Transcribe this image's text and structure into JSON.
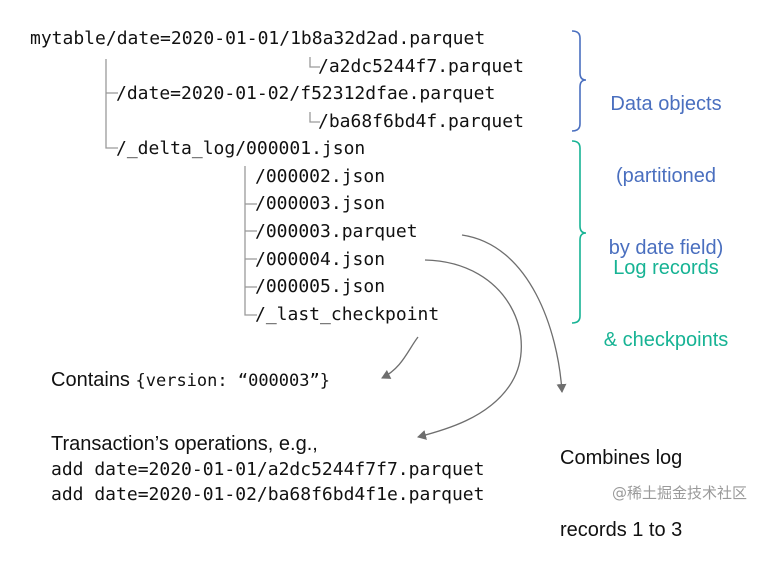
{
  "tree": {
    "root": "mytable",
    "lines": [
      "mytable/date=2020-01-01/1b8a32d2ad.parquet",
      "/a2dc5244f7.parquet",
      "/date=2020-01-02/f52312dfae.parquet",
      "/ba68f6bd4f.parquet",
      "/_delta_log/000001.json",
      "/000002.json",
      "/000003.json",
      "/000003.parquet",
      "/000004.json",
      "/000005.json",
      "/_last_checkpoint"
    ]
  },
  "groups": {
    "data_objects": [
      "Data objects",
      "(partitioned",
      "by date field)"
    ],
    "log_records": [
      "Log records",
      "& checkpoints"
    ]
  },
  "annotations": {
    "contains_prefix": "Contains ",
    "contains_code": "{version: “000003”}",
    "combines": [
      "Combines log",
      "records 1 to 3"
    ],
    "transaction_title": "Transaction’s operations, e.g.,",
    "transaction_ops": [
      "add date=2020-01-01/a2dc5244f7f7.parquet",
      "add date=2020-01-02/ba68f6bd4f1e.parquet"
    ]
  },
  "watermark": "@稀土掘金技术社区",
  "colors": {
    "text": "#111111",
    "blue_label": "#4a6fbf",
    "teal_label": "#17b394",
    "connector": "#9a9a9a",
    "arrow": "#6e6e6e"
  }
}
